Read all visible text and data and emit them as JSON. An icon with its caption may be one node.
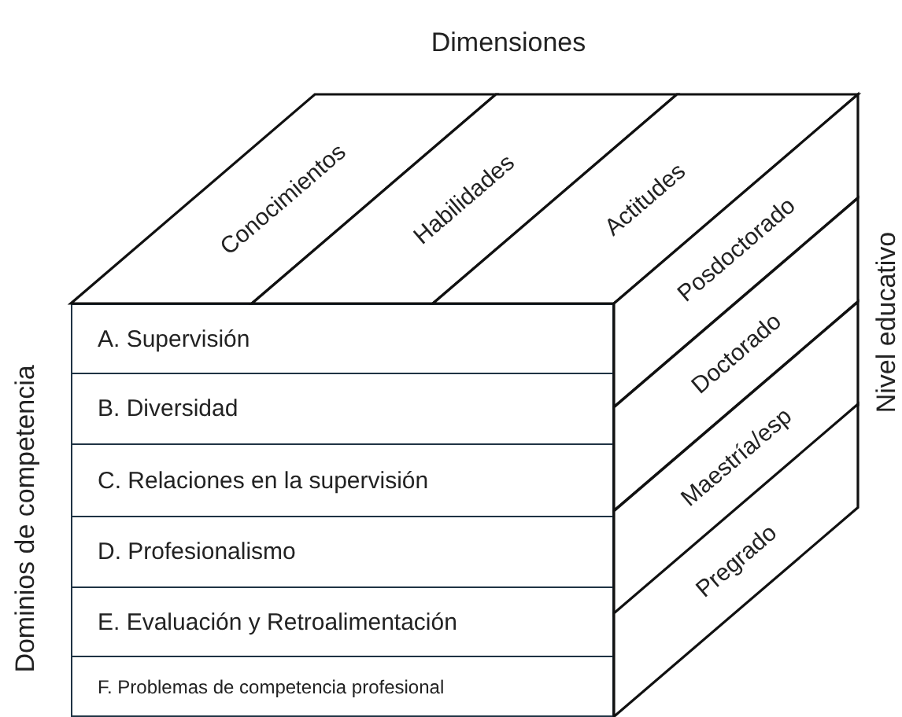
{
  "diagram": {
    "nodes": [
      {
        "text": [
          "A. Supervisión"
        ]
      },
      {
        "text": [
          "B. Diversidad"
        ]
      },
      {
        "text": [
          "C. Relaciones en la supervisión"
        ]
      },
      {
        "text": [
          "D. Profesionalismo"
        ]
      },
      {
        "text": [
          "E. Evaluación y Retroalimentación"
        ]
      },
      {
        "text": [
          "F. Problemas de competencia profesional"
        ]
      },
      {
        "text": [
          "Conocimientos"
        ]
      },
      {
        "text": [
          "Habilidades"
        ]
      },
      {
        "text": [
          "Actitudes"
        ]
      },
      {
        "text": [
          "Posdoctorado"
        ]
      },
      {
        "text": [
          "Doctorado"
        ]
      },
      {
        "text": [
          "Maestría/esp"
        ]
      },
      {
        "text": [
          "Pregrado"
        ]
      }
    ],
    "edges": [],
    "labels": [
      "Dimensiones",
      "Nivel educativo",
      "Dominios de competencia"
    ]
  }
}
